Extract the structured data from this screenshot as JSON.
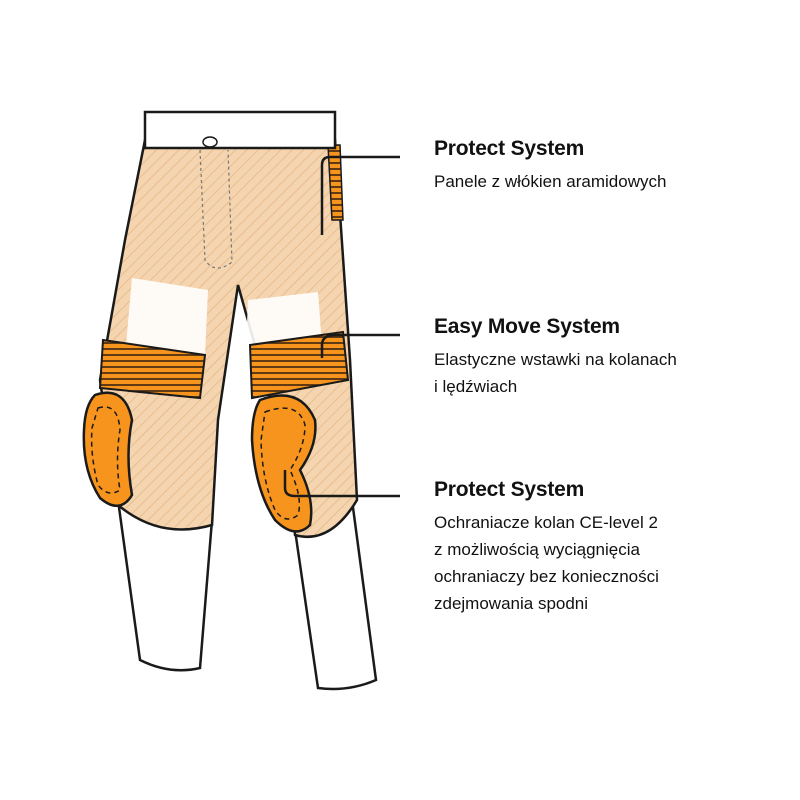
{
  "colors": {
    "tan": "#f3d3ac",
    "hatch": "#e8b98a",
    "orange": "#f7941d",
    "outline": "#1a1a1a"
  },
  "callouts": [
    {
      "title": "Protect System",
      "lines": [
        "Panele z włókien aramidowych"
      ]
    },
    {
      "title": "Easy Move System",
      "lines": [
        "Elastyczne wstawki na kolanach",
        "i lędźwiach"
      ]
    },
    {
      "title": "Protect System",
      "lines": [
        "Ochraniacze kolan CE-level 2",
        "z możliwością wyciągnięcia",
        "ochraniaczy bez konieczności",
        "zdejmowania spodni"
      ]
    }
  ]
}
